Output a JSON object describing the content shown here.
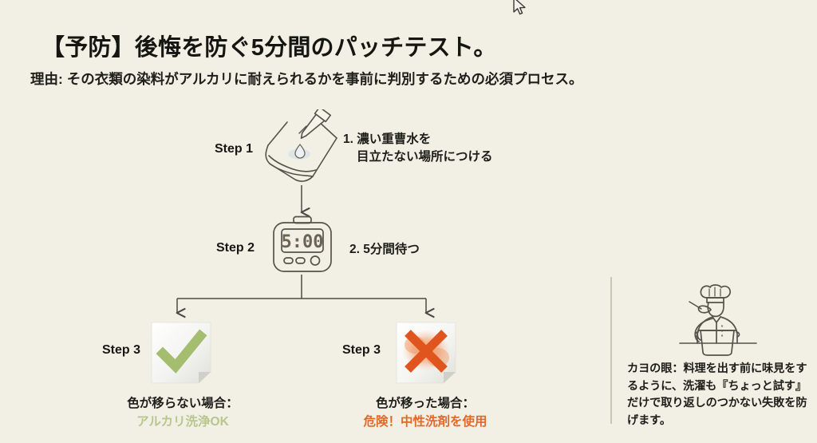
{
  "slide": {
    "background_color": "#f2f0e4",
    "title": "【予防】後悔を防ぐ5分間のパッチテスト。",
    "subtitle": "理由: その衣類の染料がアルカリに耐えられるかを事前に判別するための必須プロセス。"
  },
  "flow": {
    "steps": [
      {
        "label": "Step 1",
        "icon": "dropper-on-fabric-icon",
        "text_line1": "1. 濃い重曹水を",
        "text_line2": "目立たない場所につける"
      },
      {
        "label": "Step 2",
        "icon": "kitchen-timer-icon",
        "timer_display": "5:00",
        "text_line1": "2. 5分間待つ"
      }
    ],
    "outcomes": [
      {
        "label": "Step 3",
        "icon": "green-check-card-icon",
        "caption": "色が移らない場合：",
        "result": "アルカリ洗浄OK",
        "result_color": "#b7c68d"
      },
      {
        "label": "Step 3",
        "icon": "orange-cross-card-icon",
        "caption": "色が移った場合：",
        "result": "危険！中性洗剤を使用",
        "result_color": "#e0692a"
      }
    ]
  },
  "note": {
    "icon": "chef-tasting-icon",
    "text": "カヨの眼：料理を出す前に味見をするように、洗濯も『ちょっと試す』だけで取り返しのつかない失敗を防げます。"
  },
  "cursor": {
    "icon": "mouse-pointer-icon"
  }
}
